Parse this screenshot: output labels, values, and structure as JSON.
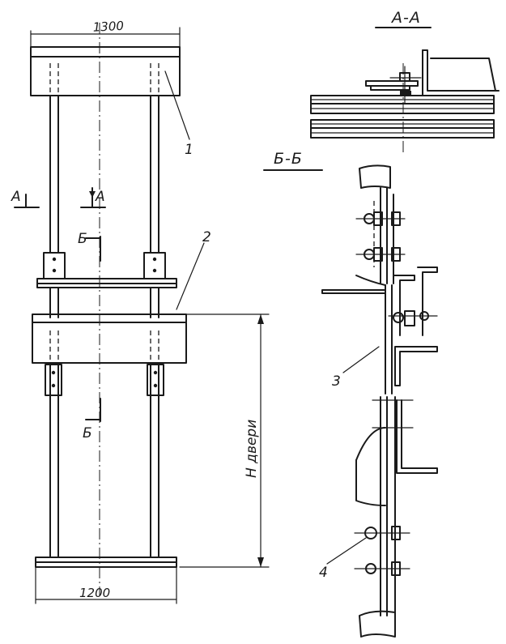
{
  "dimensions": {
    "top_width": "1300",
    "bottom_width": "1200",
    "door_height": "H двери"
  },
  "callouts": {
    "part_1": "1",
    "part_2": "2",
    "part_3": "3",
    "part_4": "4"
  },
  "section_marks": {
    "a_left": "А",
    "a_right": "А",
    "b_upper": "Б",
    "b_lower": "Б"
  },
  "section_titles": {
    "section_a": "А-А",
    "section_b": "Б-Б"
  }
}
